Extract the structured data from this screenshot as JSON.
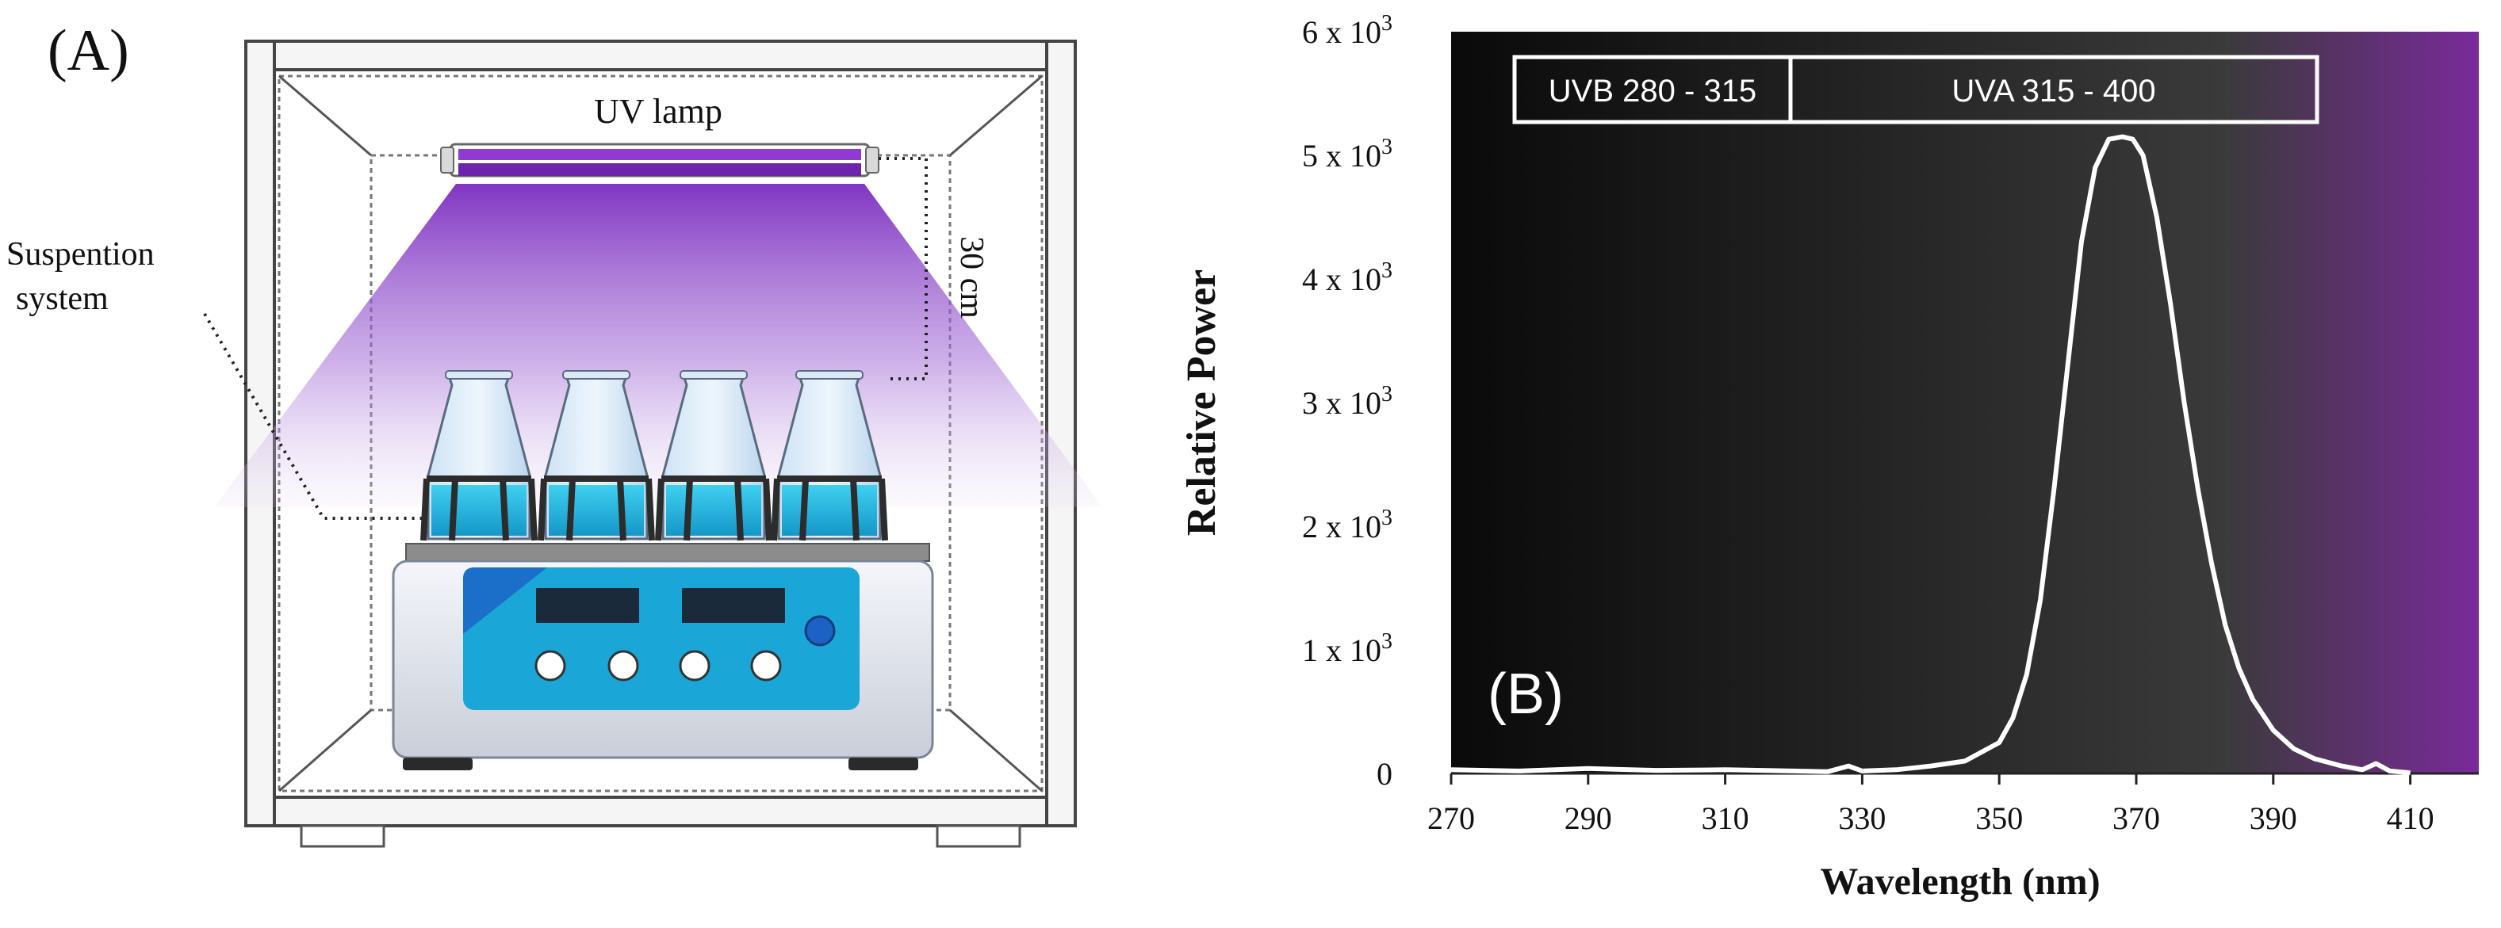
{
  "panel_a": {
    "label": "(A)",
    "lamp_label": "UV lamp",
    "suspension_label_line1": "Suspention",
    "suspension_label_line2": "system",
    "distance_label": "30 cm"
  },
  "panel_b": {
    "label": "(B)",
    "band_uvb": "UVB 280 - 315",
    "band_uva": "UVA 315 - 400"
  },
  "chart_data": {
    "type": "line",
    "xlabel": "Wavelength (nm)",
    "ylabel": "Relative Power",
    "xlim": [
      270,
      420
    ],
    "ylim": [
      0,
      6000
    ],
    "x_ticks": [
      "270",
      "290",
      "310",
      "330",
      "350",
      "370",
      "390",
      "410"
    ],
    "y_ticks": [
      {
        "mantissa": "0",
        "exp": ""
      },
      {
        "mantissa": "1 x 10",
        "exp": "3"
      },
      {
        "mantissa": "2 x 10",
        "exp": "3"
      },
      {
        "mantissa": "3 x 10",
        "exp": "3"
      },
      {
        "mantissa": "4 x 10",
        "exp": "3"
      },
      {
        "mantissa": "5 x 10",
        "exp": "3"
      },
      {
        "mantissa": "6 x 10",
        "exp": "3"
      }
    ],
    "series": [
      {
        "color": "#ffffff",
        "x": [
          270,
          280,
          290,
          300,
          310,
          320,
          325,
          328,
          330,
          335,
          340,
          345,
          350,
          352,
          354,
          356,
          358,
          360,
          362,
          364,
          366,
          368,
          369.5,
          371,
          373,
          375,
          377,
          379,
          381,
          383,
          385,
          387,
          390,
          393,
          396,
          400,
          403,
          405,
          407,
          410
        ],
        "y": [
          30,
          20,
          40,
          25,
          30,
          20,
          15,
          60,
          20,
          30,
          60,
          100,
          250,
          450,
          800,
          1400,
          2300,
          3300,
          4300,
          4900,
          5130,
          5150,
          5130,
          5000,
          4500,
          3800,
          3000,
          2300,
          1700,
          1200,
          850,
          600,
          350,
          200,
          120,
          60,
          30,
          80,
          20,
          5
        ]
      }
    ],
    "background_gradient": [
      "#0a0a0a",
      "#2e2e2e",
      "#3a3a3a",
      "#7a2a9a"
    ]
  }
}
